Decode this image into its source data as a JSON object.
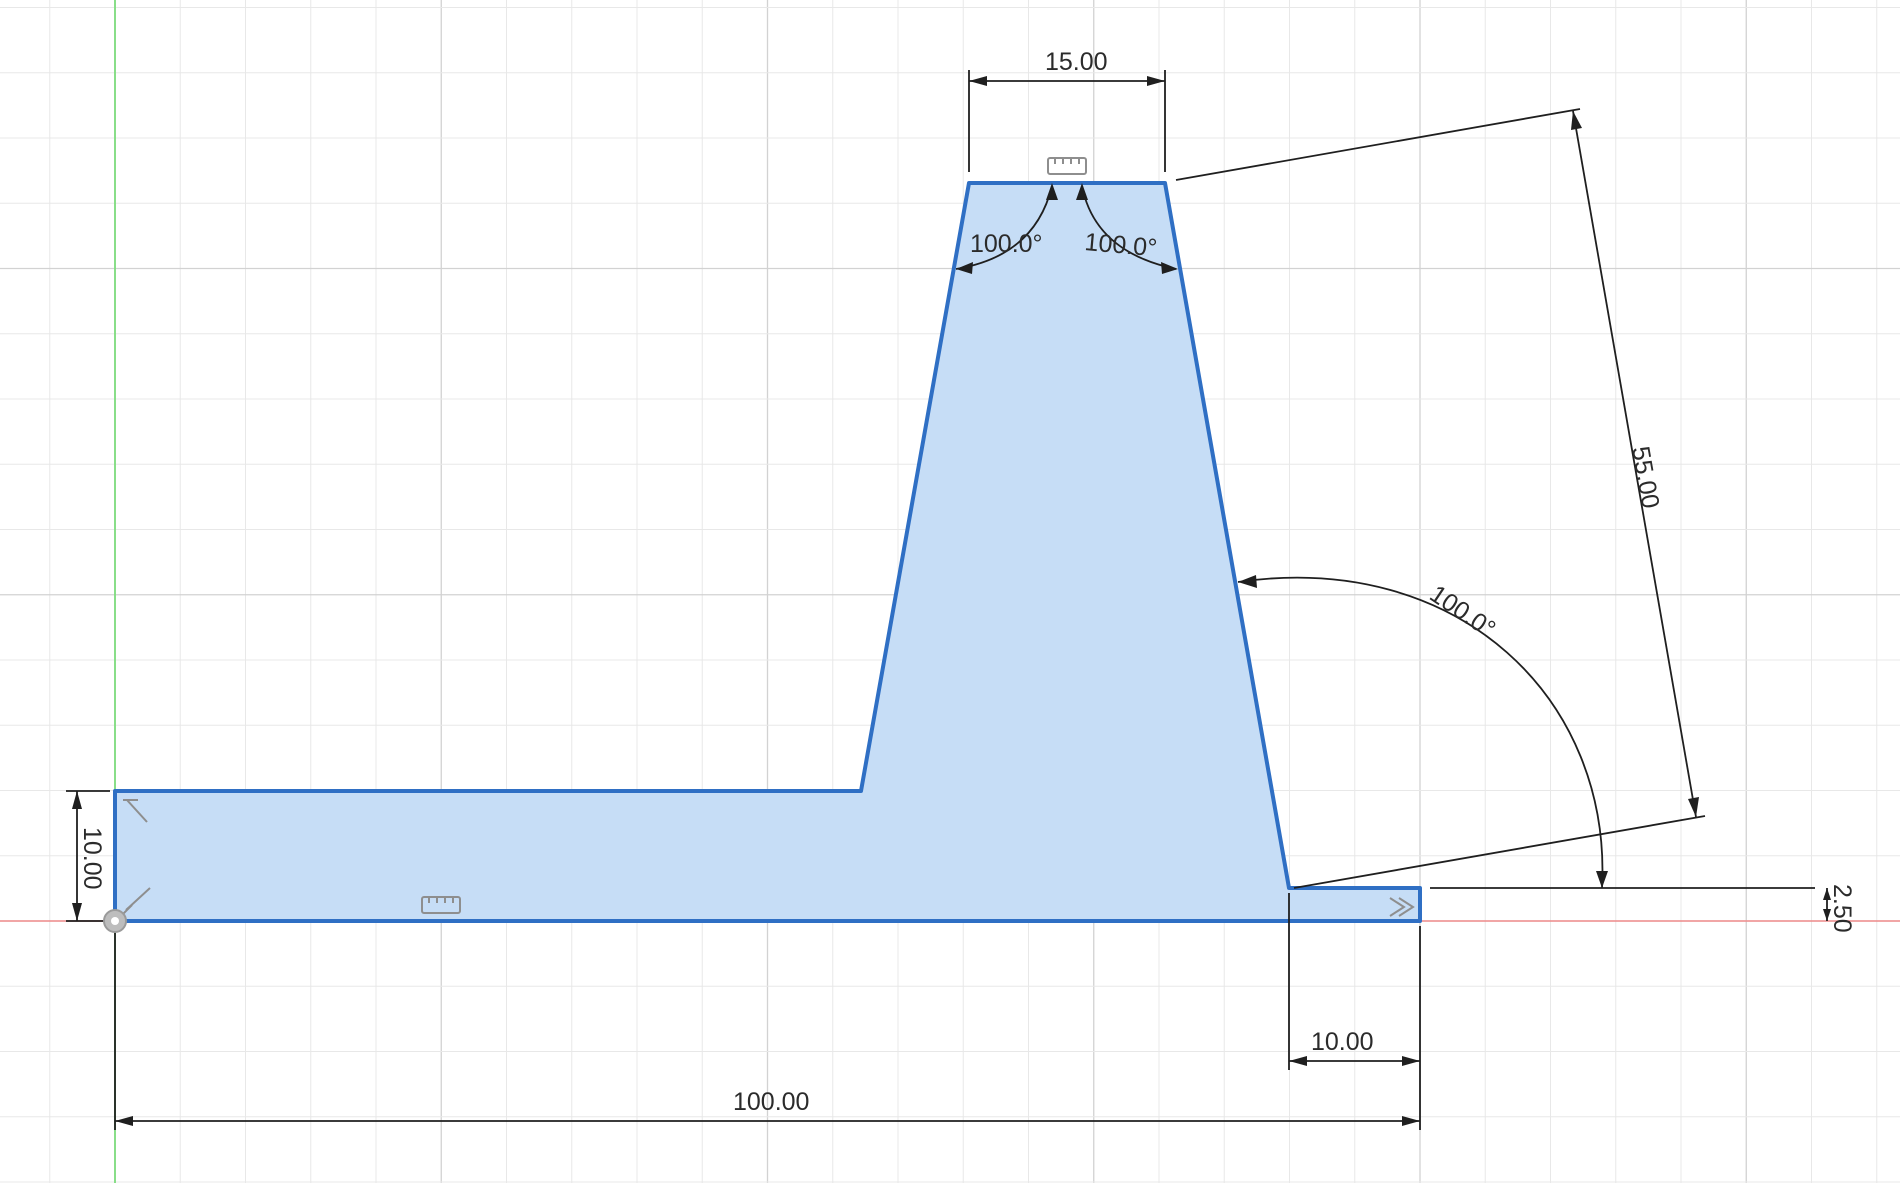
{
  "colors": {
    "background": "#ffffff",
    "grid_minor": "#e8e8e8",
    "grid_major": "#d2d2d2",
    "profile_fill": "#c6ddf6",
    "profile_stroke": "#2f6fc4",
    "axis_y": "#7ddc7d",
    "axis_x": "#f08b8b",
    "dimension": "#1f1f1f"
  },
  "dimensions": {
    "top_width": "15.00",
    "slanted_length": "55.00",
    "base_height": "10.00",
    "overall_length": "100.00",
    "step_width": "10.00",
    "step_height": "2.50",
    "top_left_angle": "100.0°",
    "top_right_angle": "100.0°",
    "outer_angle": "100.0°"
  },
  "constraint_icons": [
    "horizontal-constraint-icon",
    "horizontal-constraint-icon",
    "perpendicular-constraint-icon",
    "coincident-constraint-icon",
    "parallel-constraint-icon",
    "origin-point-icon"
  ]
}
